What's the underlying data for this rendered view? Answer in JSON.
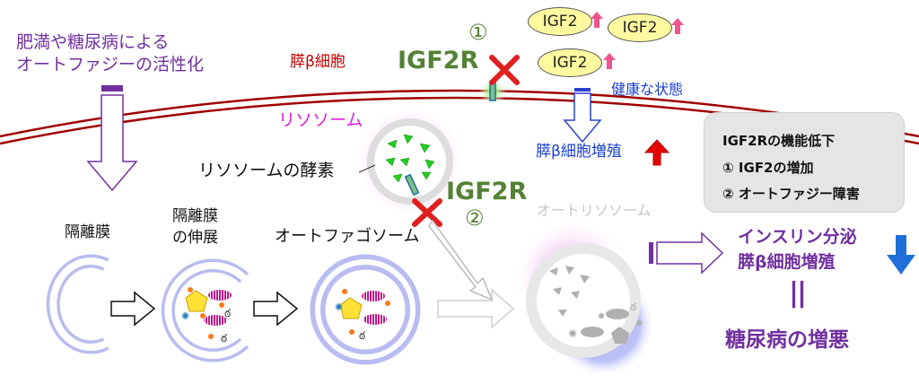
{
  "activation_text": [
    "肥満や糖尿病による",
    "オートファジーの活性化"
  ],
  "cell_label": "膵β細胞",
  "lysosome_label": "リソソーム",
  "enzyme_label": "リソソームの酵素",
  "igf2r_label": "IGF2R",
  "markers": {
    "one": "①",
    "two": "②"
  },
  "igf2_label": "IGF2",
  "healthy_label": "健康な状態",
  "healthy_result": "膵β細胞増殖",
  "stages": {
    "isolation": "隔離膜",
    "elongation": [
      "隔離膜",
      "の伸展"
    ],
    "autophagosome": "オートファゴソーム",
    "autolysosome": "オートリソソーム"
  },
  "info_box": {
    "title": "IGF2Rの機能低下",
    "item1": "① IGF2の増加",
    "item2": "② オートファジー障害"
  },
  "outcome": {
    "insulin": "インスリン分泌",
    "proliferation": "膵β細胞増殖",
    "equals": "||",
    "disease": "糖尿病の増悪"
  },
  "colors": {
    "purple": "#7030a0",
    "membrane_red": "#c00000",
    "magenta": "#e020e0",
    "green": "#548235",
    "cross_red": "#e02020",
    "blue_arrow": "#1e6fd9"
  },
  "icons": [
    "down-arrow-icon",
    "right-arrow-icon",
    "cross-icon",
    "up-arrow-icon",
    "down-blue-arrow-icon"
  ]
}
